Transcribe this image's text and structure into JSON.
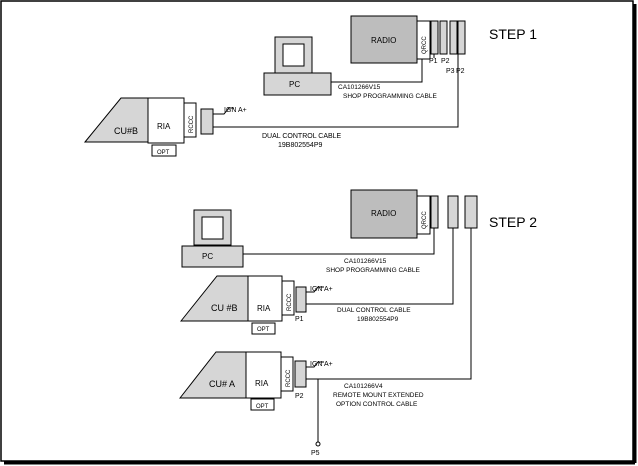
{
  "step1": {
    "title": "STEP 1",
    "radio": "RADIO",
    "qrcc": "QRCC",
    "pc": "PC",
    "p1": "P1",
    "p2": "P2",
    "p3": "P3",
    "p2b": "P2",
    "shop_cable_num": "CA101266V15",
    "shop_cable_name": "SHOP PROGRAMMING CABLE",
    "cu": "CU#B",
    "ria": "RIA",
    "rccc": "RCCC",
    "opt": "OPT",
    "ign": "IGN A+",
    "dual_cable_name": "DUAL CONTROL CABLE",
    "dual_cable_num": "19B802554P9"
  },
  "step2": {
    "title": "STEP 2",
    "radio": "RADIO",
    "qrcc": "QRCC",
    "pc": "PC",
    "shop_cable_num": "CA101266V15",
    "shop_cable_name": "SHOP PROGRAMMING CABLE",
    "cu_b": "CU #B",
    "ria_b": "RIA",
    "rccc_b": "RCCC",
    "opt_b": "OPT",
    "ign_b": "IGN A+",
    "p1": "P1",
    "dual_cable_name": "DUAL CONTROL CABLE",
    "dual_cable_num": "19B802554P9",
    "cu_a": "CU# A",
    "ria_a": "RIA",
    "rccc_a": "RCCC",
    "opt_a": "OPT",
    "ign_a": "IGN A+",
    "p2": "P2",
    "remote_cable_num": "CA101266V4",
    "remote_cable_line1": "REMOTE MOUNT EXTENDED",
    "remote_cable_line2": "OPTION CONTROL CABLE",
    "p5": "P5"
  }
}
